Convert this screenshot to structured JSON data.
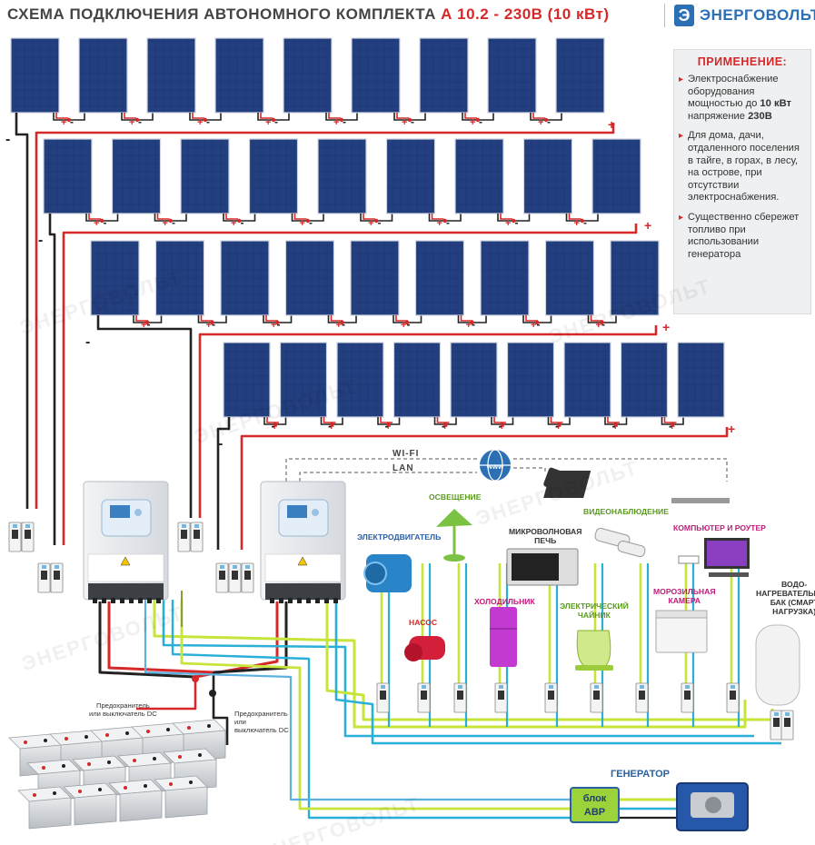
{
  "header": {
    "title_main": "СХЕМА ПОДКЛЮЧЕНИЯ АВТОНОМНОГО КОМПЛЕКТА",
    "title_model": "А 10.2 - 230В (10 кВт)",
    "logo_letter": "Э",
    "logo_text": "ЭНЕРГОВОЛЬТ"
  },
  "info": {
    "title": "ПРИМЕНЕНИЕ:",
    "item1_pre": "Электроснабжение оборудования мощностью до ",
    "item1_power": "10 кВт",
    "item1_mid": " напряжение ",
    "item1_voltage": "230В",
    "item2": "Для дома, дачи, отдаленного поселения в тайге, в горах, в лесу, на острове, при отсутствии электроснабжения.",
    "item3": "Существенно сбережет топливо при использовании генератора"
  },
  "network": {
    "wifi": "WI-FI",
    "lan": "LAN"
  },
  "loads": {
    "lighting": "ОСВЕЩЕНИЕ",
    "motor": "ЭЛЕКТРОДВИГАТЕЛЬ",
    "microwave_l1": "МИКРОВОЛНОВАЯ",
    "microwave_l2": "ПЕЧЬ",
    "cctv": "ВИДЕОНАБЛЮДЕНИЕ",
    "computer": "КОМПЬЮТЕР И РОУТЕР",
    "pump": "НАСОС",
    "fridge": "ХОЛОДИЛЬНИК",
    "kettle_l1": "ЭЛЕКТРИЧЕСКИЙ",
    "kettle_l2": "ЧАЙНИК",
    "freezer_l1": "МОРОЗИЛЬНАЯ",
    "freezer_l2": "КАМЕРА",
    "boiler_l1": "ВОДО-",
    "boiler_l2": "НАГРЕВАТЕЛЬНЫЙ",
    "boiler_l3": "БАК (СМАРТ",
    "boiler_l4": "НАГРУЗКА)"
  },
  "battery": {
    "fuse_left_l1": "Предохранитель",
    "fuse_left_l2": "или выключатель DC",
    "fuse_right_l1": "Предохранитель",
    "fuse_right_l2": "или",
    "fuse_right_l3": "выключатель DC"
  },
  "generator": {
    "title": "ГЕНЕРАТОР",
    "avr_l1": "блок",
    "avr_l2": "АВР"
  },
  "watermark": "ЭНЕРГОВОЛЬТ",
  "polarity": {
    "plus": "+",
    "minus": "-"
  },
  "colors": {
    "dc_positive": "#d62828",
    "dc_negative": "#222222",
    "ac_phase": "#c6e53a",
    "ac_neutral": "#2ab0d8",
    "ground": "#8c9a3a",
    "panel": "#1b2f5e",
    "accent": "#d62828",
    "brand": "#2b6fb5"
  },
  "icons": {
    "globe": "globe-icon",
    "phone": "smartphone-icon",
    "laptop": "laptop-icon"
  }
}
